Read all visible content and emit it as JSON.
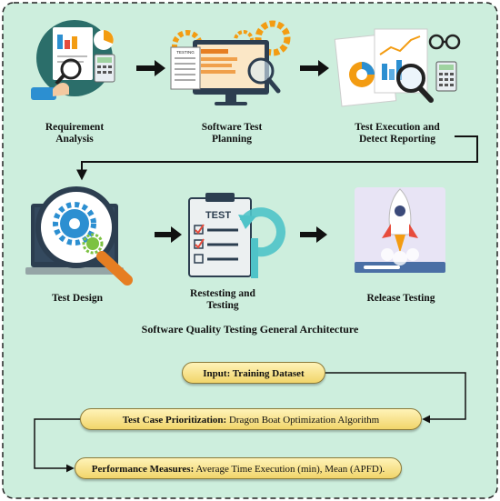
{
  "steps": [
    {
      "line1": "Requirement",
      "line2": "Analysis"
    },
    {
      "line1": "Software Test",
      "line2": "Planning"
    },
    {
      "line1": "Test Execution and",
      "line2": "Detect Reporting"
    },
    {
      "line1": "Test Design",
      "line2": ""
    },
    {
      "line1": "Restesting and",
      "line2": "Testing"
    },
    {
      "line1": "Release Testing",
      "line2": ""
    }
  ],
  "title": "Software Quality Testing General Architecture",
  "icons": {
    "clipboard_heading": "TEST",
    "plan_sheet_heading": "TESTING"
  },
  "flow": [
    {
      "label": "Input:",
      "text": " Training Dataset"
    },
    {
      "label": "Test Case Prioritization:",
      "text": " Dragon Boat Optimization Algorithm"
    },
    {
      "label": "Performance Measures:",
      "text": " Average Time Execution (min), Mean (APFD)."
    }
  ],
  "colors": {
    "panel_bg": "#cdeedd",
    "border": "#222222",
    "pill_top": "#fff3b8",
    "pill_bottom": "#f1d56a",
    "accent_orange": "#f39c12",
    "accent_blue": "#2c8fd1"
  }
}
